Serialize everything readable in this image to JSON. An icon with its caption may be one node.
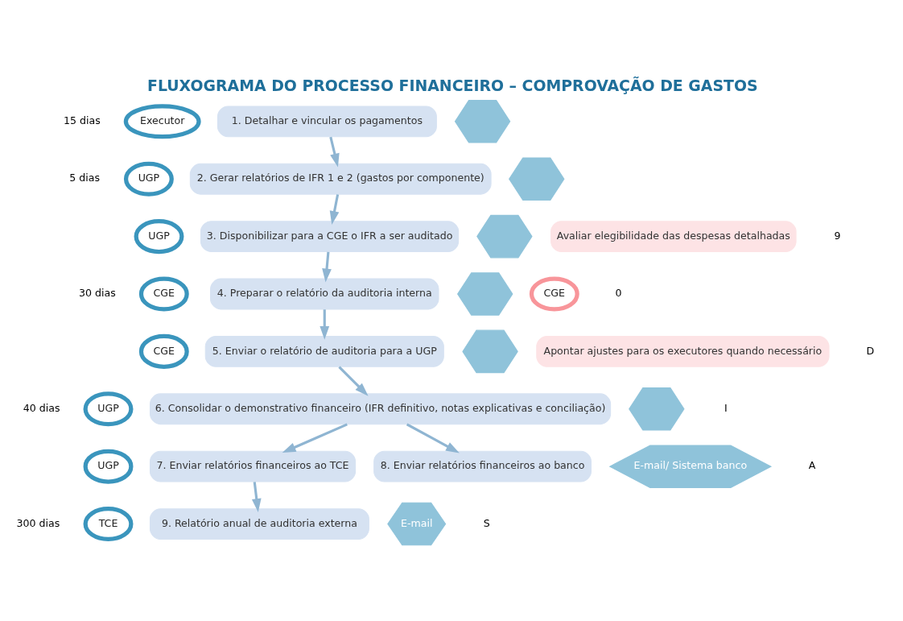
{
  "diagram": {
    "title": "FLUXOGRAMA DO PROCESSO FINANCEIRO – COMPROVAÇÃO DE GASTOS",
    "nodes": [
      {
        "text": [
          "Executor"
        ]
      },
      {
        "text": [
          "1. Detalhar e vincular os pagamentos"
        ]
      },
      {
        "text": [],
        "shape": "hexagon"
      },
      {
        "text": [
          "UGP"
        ]
      },
      {
        "text": [
          "2. Gerar relatórios de IFR 1 e 2 (gastos por componente)"
        ]
      },
      {
        "text": [],
        "shape": "hexagon"
      },
      {
        "text": [
          "UGP"
        ]
      },
      {
        "text": [
          "3. Disponibilizar para a CGE o IFR a ser auditado"
        ]
      },
      {
        "text": [],
        "shape": "hexagon"
      },
      {
        "text": [
          "CGE"
        ]
      },
      {
        "text": [
          "4. Preparar o relatório da auditoria interna"
        ]
      },
      {
        "text": [],
        "shape": "hexagon"
      },
      {
        "text": [
          "CGE"
        ]
      },
      {
        "text": [
          "5. Enviar o relatório de auditoria para a UGP"
        ]
      },
      {
        "text": [],
        "shape": "hexagon"
      },
      {
        "text": [
          "UGP"
        ]
      },
      {
        "text": [
          "6. Consolidar o demonstrativo financeiro (IFR definitivo, notas explicativas e conciliação)"
        ]
      },
      {
        "text": [],
        "shape": "hexagon"
      },
      {
        "text": [
          "UGP"
        ]
      },
      {
        "text": [
          "7. Enviar relatórios financeiros ao TCE"
        ]
      },
      {
        "text": [
          "8. Enviar relatórios financeiros ao banco"
        ]
      },
      {
        "text": [
          "E-mail/ Sistema banco"
        ]
      },
      {
        "text": [
          "TCE"
        ]
      },
      {
        "text": [
          "9. Relatório anual de auditoria externa"
        ]
      },
      {
        "text": [
          "E-mail"
        ]
      },
      {
        "text": [
          "Avaliar elegibilidade das despesas detalhadas"
        ]
      },
      {
        "text": [
          "CGE"
        ]
      },
      {
        "text": [
          "Apontar ajustes para os executores quando necessário"
        ]
      }
    ],
    "edges": [
      {
        "from": 1,
        "to": 4,
        "arrow": "to"
      },
      {
        "from": 4,
        "to": 7,
        "arrow": "to"
      },
      {
        "from": 7,
        "to": 10,
        "arrow": "to"
      },
      {
        "from": 10,
        "to": 13,
        "arrow": "to"
      },
      {
        "from": 13,
        "to": 16,
        "arrow": "to"
      },
      {
        "from": 16,
        "to": 19,
        "arrow": "to"
      },
      {
        "from": 16,
        "to": 20,
        "arrow": "to"
      },
      {
        "from": 19,
        "to": 23,
        "arrow": "to"
      }
    ],
    "labels": [
      "15 dias",
      "5 dias",
      "30 dias",
      "40 dias",
      "300 dias",
      "9",
      "0",
      "D",
      "I",
      "A",
      "S"
    ]
  }
}
